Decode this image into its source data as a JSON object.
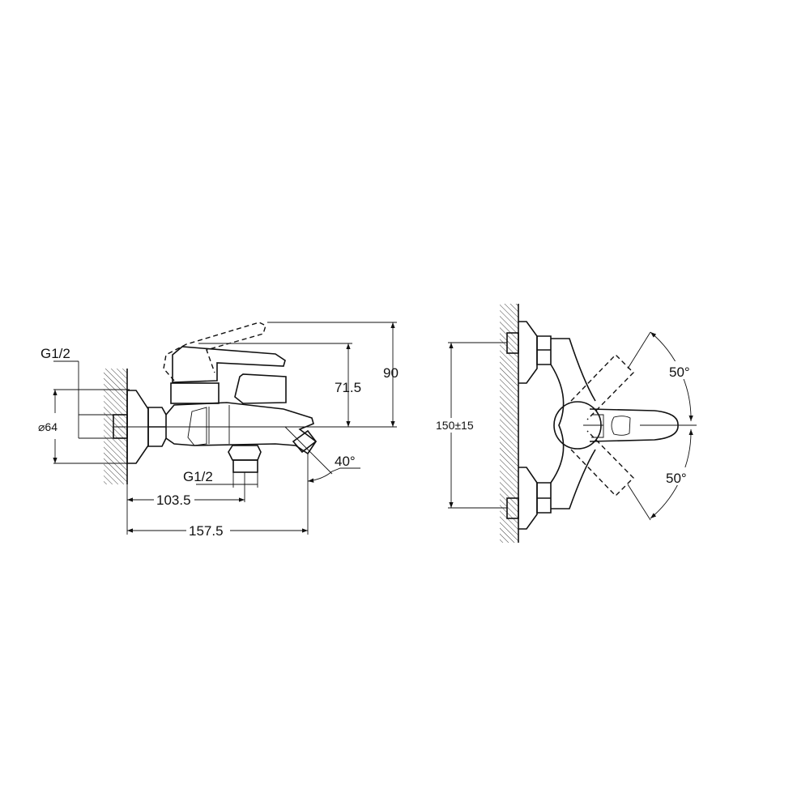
{
  "side_view": {
    "thread_inlet_label": "G1/2",
    "flange_diameter_label": "⌀64",
    "height_lever_label": "71.5",
    "height_total_label": "90",
    "thread_outlet_label": "G1/2",
    "outlet_distance_label": "103.5",
    "spout_length_label": "157.5",
    "spout_angle_label": "40°"
  },
  "front_view": {
    "center_distance_label": "150±15",
    "upper_angle_label": "50°",
    "lower_angle_label": "50°"
  },
  "colors": {
    "line": "#111111",
    "background": "#ffffff"
  }
}
